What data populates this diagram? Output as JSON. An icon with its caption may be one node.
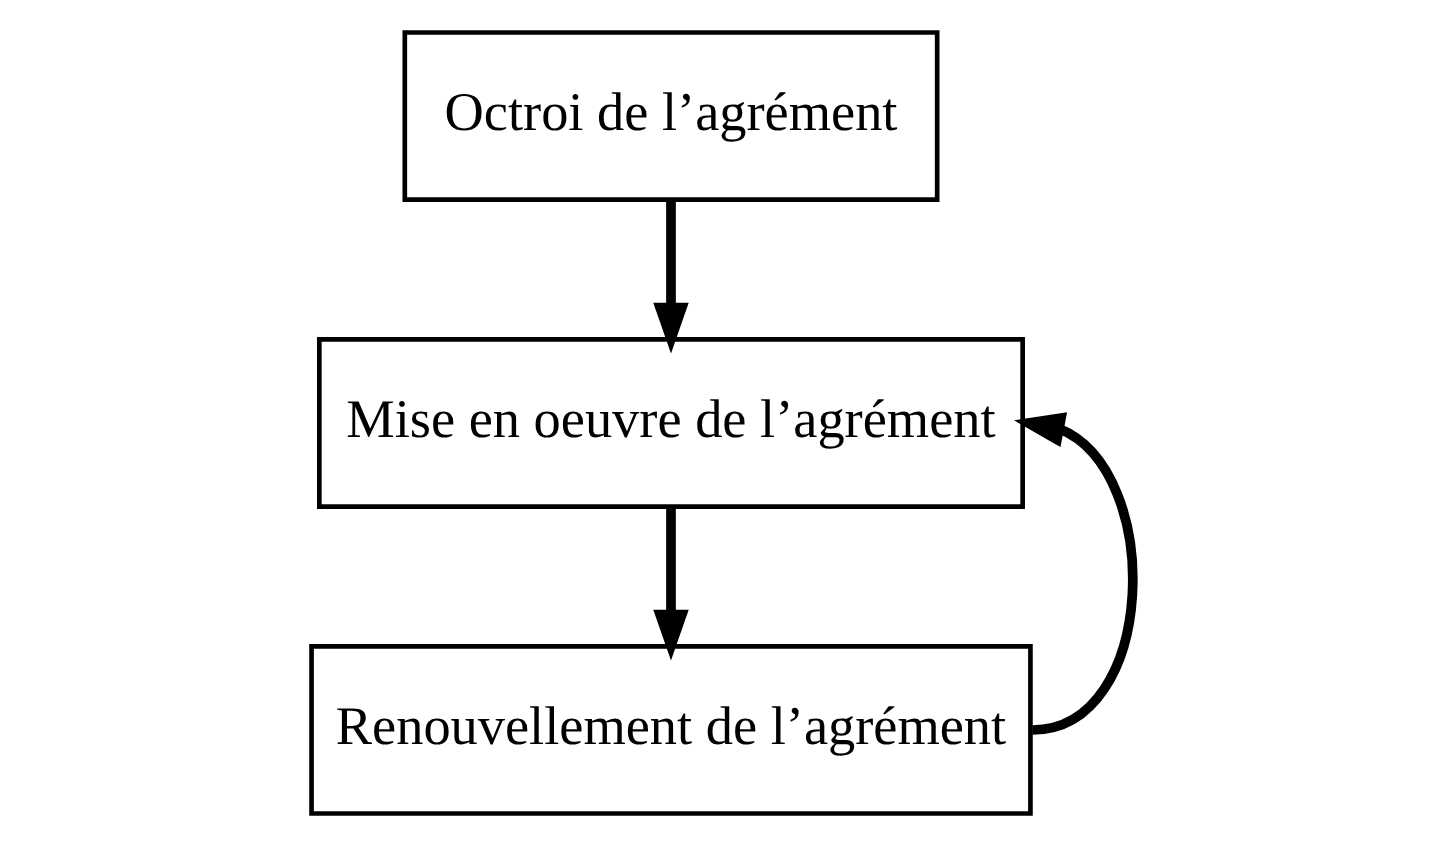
{
  "diagram": {
    "nodes": [
      {
        "text": [
          "Octroi de l’agrément"
        ]
      },
      {
        "text": [
          "Mise en oeuvre de l’agrément"
        ]
      },
      {
        "text": [
          "Renouvellement de l’agrément"
        ]
      }
    ],
    "edges": [
      {
        "from": 0,
        "to": 1,
        "arrow": "to"
      },
      {
        "from": 1,
        "to": 2,
        "arrow": "to"
      },
      {
        "from": 2,
        "to": 1,
        "arrow": "to"
      }
    ]
  }
}
